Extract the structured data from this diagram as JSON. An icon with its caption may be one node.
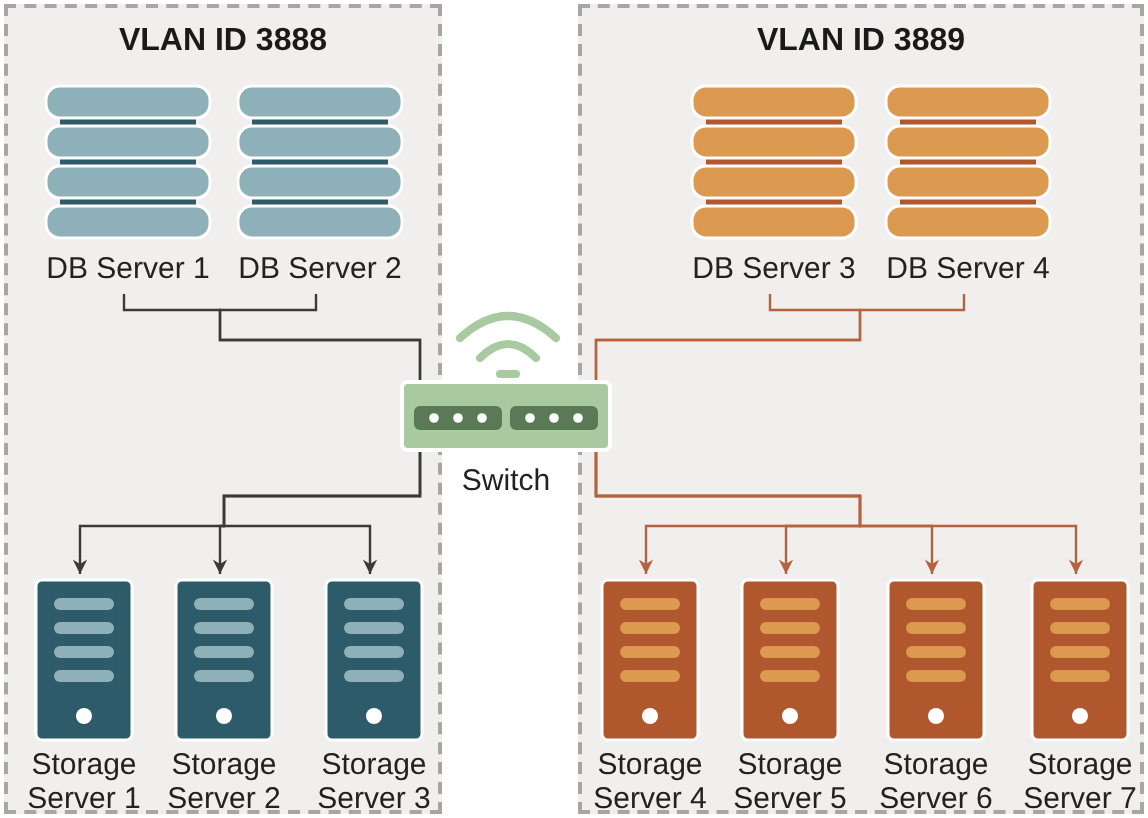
{
  "diagram": {
    "nodes": [
      {
        "text": [
          "VLAN ID 3888"
        ]
      },
      {
        "text": [
          "DB Server 1"
        ],
        "in": 0
      },
      {
        "text": [
          "DB Server 2"
        ],
        "in": 0
      },
      {
        "text": [
          "VLAN ID 3889"
        ]
      },
      {
        "text": [
          "DB Server 3"
        ],
        "in": 3
      },
      {
        "text": [
          "DB Server 4"
        ],
        "in": 3
      },
      {
        "text": [
          "Switch"
        ]
      },
      {
        "text": [
          "Storage Server 1"
        ],
        "in": 0
      },
      {
        "text": [
          "Storage Server 2"
        ],
        "in": 0
      },
      {
        "text": [
          "Storage Server 3"
        ],
        "in": 0
      },
      {
        "text": [
          "Storage Server 4"
        ],
        "in": 3
      },
      {
        "text": [
          "Storage Server 5"
        ],
        "in": 3
      },
      {
        "text": [
          "Storage Server 6"
        ],
        "in": 3
      },
      {
        "text": [
          "Storage Server 7"
        ],
        "in": 3
      }
    ],
    "edges": [
      {
        "from": 1,
        "to": 6,
        "arrow": "none",
        "color": "#3a3a3a"
      },
      {
        "from": 2,
        "to": 6,
        "arrow": "none",
        "color": "#3a3a3a"
      },
      {
        "from": 4,
        "to": 6,
        "arrow": "none",
        "color": "#b5623f"
      },
      {
        "from": 5,
        "to": 6,
        "arrow": "none",
        "color": "#b5623f"
      },
      {
        "from": 6,
        "to": 7,
        "arrow": "to",
        "color": "#3a3a3a"
      },
      {
        "from": 6,
        "to": 8,
        "arrow": "to",
        "color": "#3a3a3a"
      },
      {
        "from": 6,
        "to": 9,
        "arrow": "to",
        "color": "#3a3a3a"
      },
      {
        "from": 6,
        "to": 10,
        "arrow": "to",
        "color": "#b5623f"
      },
      {
        "from": 6,
        "to": 11,
        "arrow": "to",
        "color": "#b5623f"
      },
      {
        "from": 6,
        "to": 12,
        "arrow": "to",
        "color": "#b5623f"
      },
      {
        "from": 6,
        "to": 13,
        "arrow": "to",
        "color": "#b5623f"
      }
    ]
  }
}
